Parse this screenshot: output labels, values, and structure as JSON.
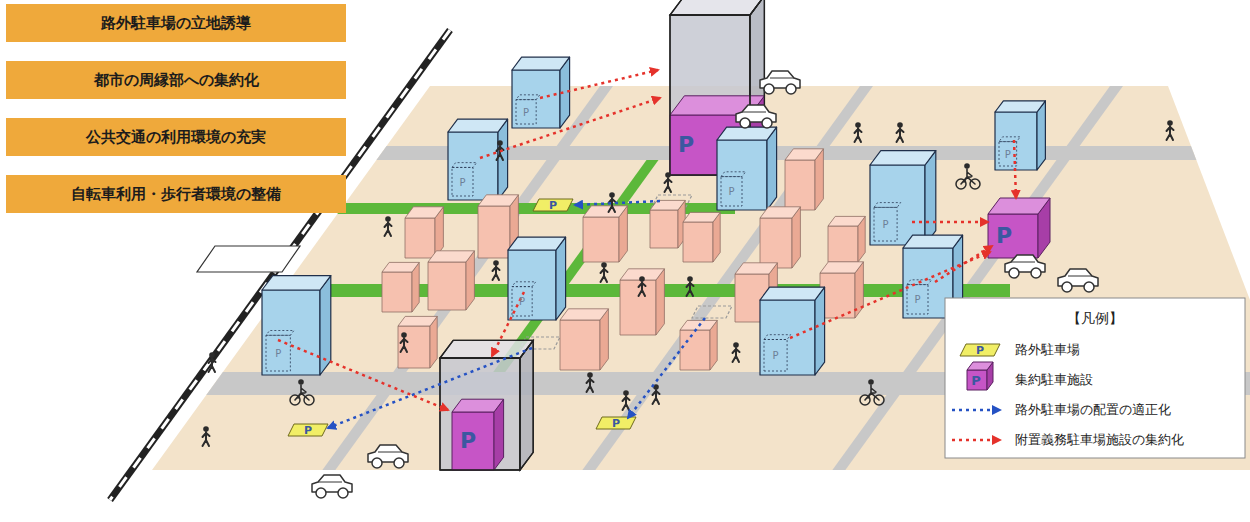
{
  "diagram": {
    "nodes": [
      {
        "text": [
          "路外駐車場の立地誘導"
        ]
      },
      {
        "text": [
          "都市の周縁部への集約化"
        ]
      },
      {
        "text": [
          "公共交通の利用環境の充実"
        ]
      },
      {
        "text": [
          "自転車利用・歩行者環境の整備"
        ]
      }
    ],
    "labels": [
      "P",
      "P",
      "P",
      "P",
      "P",
      "P",
      "P",
      "P",
      "P",
      "P",
      "P",
      "P",
      "P",
      "P",
      "P",
      "【凡例】",
      "P",
      "P"
    ],
    "legend": [
      {
        "text": "路外駐車場"
      },
      {
        "text": "集約駐車施設"
      },
      {
        "text": "路外駐車場の配置の適正化"
      },
      {
        "text": "附置義務駐車場施設の集約化"
      }
    ]
  }
}
